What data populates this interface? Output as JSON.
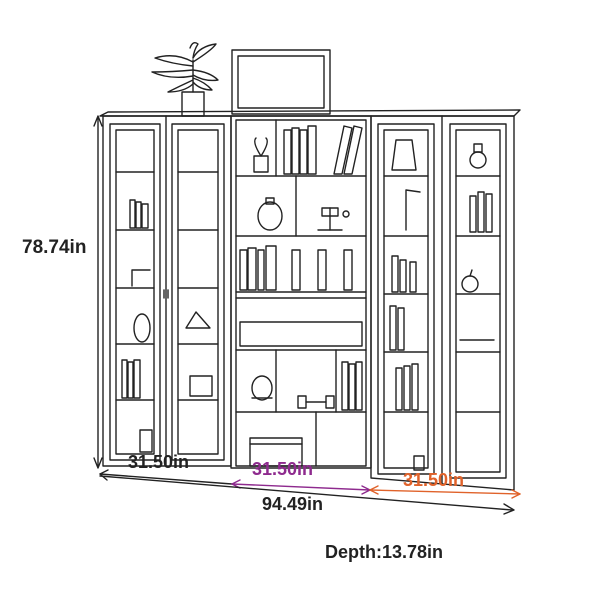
{
  "dimensions": {
    "height": "78.74in",
    "width_left_section": "31.50in",
    "width_middle_section": "31.50in",
    "width_right_section": "31.50in",
    "total_width": "94.49in",
    "depth": "Depth:13.78in"
  },
  "colors": {
    "outline": "#222222",
    "middle_dimension": "#8e2a8e",
    "right_dimension": "#e0622a",
    "background": "#ffffff"
  },
  "objects": [
    "glass-door-cabinet-left",
    "open-bookshelf-middle",
    "glass-door-cabinet-right",
    "potted-plant-icon",
    "picture-frame-icon",
    "vase-icon",
    "storage-basket-icon",
    "dumbbell-icon",
    "books"
  ]
}
